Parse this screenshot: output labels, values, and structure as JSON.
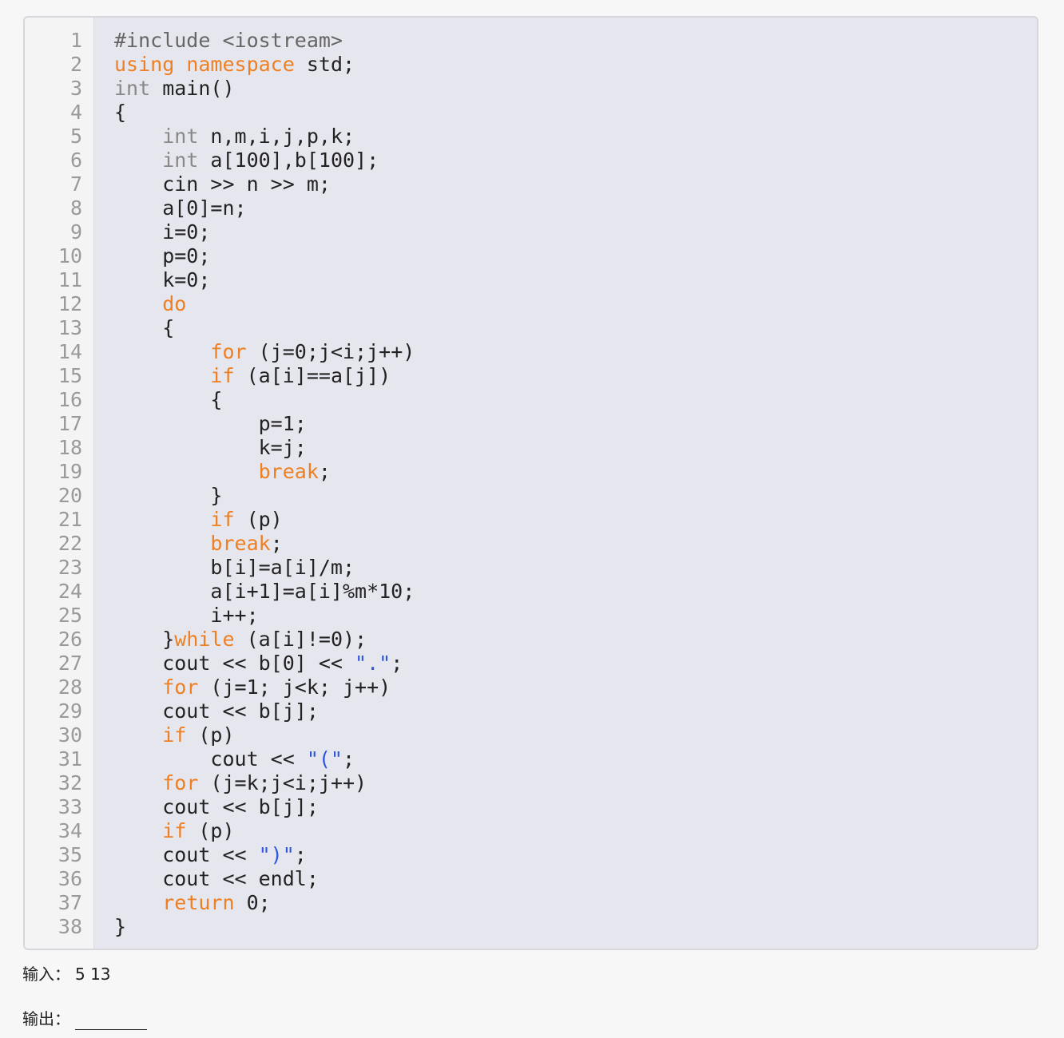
{
  "code": {
    "lines": [
      {
        "n": "1",
        "tokens": [
          {
            "t": "#include <iostream>",
            "c": "pre"
          }
        ]
      },
      {
        "n": "2",
        "tokens": [
          {
            "t": "using",
            "c": "kw"
          },
          {
            "t": " ",
            "c": "plain"
          },
          {
            "t": "namespace",
            "c": "kw"
          },
          {
            "t": " std;",
            "c": "plain"
          }
        ]
      },
      {
        "n": "3",
        "tokens": [
          {
            "t": "int",
            "c": "type"
          },
          {
            "t": " main()",
            "c": "plain"
          }
        ]
      },
      {
        "n": "4",
        "tokens": [
          {
            "t": "{",
            "c": "plain"
          }
        ]
      },
      {
        "n": "5",
        "tokens": [
          {
            "t": "    ",
            "c": "plain"
          },
          {
            "t": "int",
            "c": "type"
          },
          {
            "t": " n,m,i,j,p,k;",
            "c": "plain"
          }
        ]
      },
      {
        "n": "6",
        "tokens": [
          {
            "t": "    ",
            "c": "plain"
          },
          {
            "t": "int",
            "c": "type"
          },
          {
            "t": " a[100],b[100];",
            "c": "plain"
          }
        ]
      },
      {
        "n": "7",
        "tokens": [
          {
            "t": "    cin >> n >> m;",
            "c": "plain"
          }
        ]
      },
      {
        "n": "8",
        "tokens": [
          {
            "t": "    a[0]=n;",
            "c": "plain"
          }
        ]
      },
      {
        "n": "9",
        "tokens": [
          {
            "t": "    i=0;",
            "c": "plain"
          }
        ]
      },
      {
        "n": "10",
        "tokens": [
          {
            "t": "    p=0;",
            "c": "plain"
          }
        ]
      },
      {
        "n": "11",
        "tokens": [
          {
            "t": "    k=0;",
            "c": "plain"
          }
        ]
      },
      {
        "n": "12",
        "tokens": [
          {
            "t": "    ",
            "c": "plain"
          },
          {
            "t": "do",
            "c": "kw"
          }
        ]
      },
      {
        "n": "13",
        "tokens": [
          {
            "t": "    {",
            "c": "plain"
          }
        ]
      },
      {
        "n": "14",
        "tokens": [
          {
            "t": "        ",
            "c": "plain"
          },
          {
            "t": "for",
            "c": "kw"
          },
          {
            "t": " (j=0;j<i;j++)",
            "c": "plain"
          }
        ]
      },
      {
        "n": "15",
        "tokens": [
          {
            "t": "        ",
            "c": "plain"
          },
          {
            "t": "if",
            "c": "kw"
          },
          {
            "t": " (a[i]==a[j])",
            "c": "plain"
          }
        ]
      },
      {
        "n": "16",
        "tokens": [
          {
            "t": "        {",
            "c": "plain"
          }
        ]
      },
      {
        "n": "17",
        "tokens": [
          {
            "t": "            p=1;",
            "c": "plain"
          }
        ]
      },
      {
        "n": "18",
        "tokens": [
          {
            "t": "            k=j;",
            "c": "plain"
          }
        ]
      },
      {
        "n": "19",
        "tokens": [
          {
            "t": "            ",
            "c": "plain"
          },
          {
            "t": "break",
            "c": "kw"
          },
          {
            "t": ";",
            "c": "plain"
          }
        ]
      },
      {
        "n": "20",
        "tokens": [
          {
            "t": "        }",
            "c": "plain"
          }
        ]
      },
      {
        "n": "21",
        "tokens": [
          {
            "t": "        ",
            "c": "plain"
          },
          {
            "t": "if",
            "c": "kw"
          },
          {
            "t": " (p)",
            "c": "plain"
          }
        ]
      },
      {
        "n": "22",
        "tokens": [
          {
            "t": "        ",
            "c": "plain"
          },
          {
            "t": "break",
            "c": "kw"
          },
          {
            "t": ";",
            "c": "plain"
          }
        ]
      },
      {
        "n": "23",
        "tokens": [
          {
            "t": "        b[i]=a[i]/m;",
            "c": "plain"
          }
        ]
      },
      {
        "n": "24",
        "tokens": [
          {
            "t": "        a[i+1]=a[i]%m*10;",
            "c": "plain"
          }
        ]
      },
      {
        "n": "25",
        "tokens": [
          {
            "t": "        i++;",
            "c": "plain"
          }
        ]
      },
      {
        "n": "26",
        "tokens": [
          {
            "t": "    }",
            "c": "plain"
          },
          {
            "t": "while",
            "c": "kw"
          },
          {
            "t": " (a[i]!=0);",
            "c": "plain"
          }
        ]
      },
      {
        "n": "27",
        "tokens": [
          {
            "t": "    cout << b[0] << ",
            "c": "plain"
          },
          {
            "t": "\".\"",
            "c": "str"
          },
          {
            "t": ";",
            "c": "plain"
          }
        ]
      },
      {
        "n": "28",
        "tokens": [
          {
            "t": "    ",
            "c": "plain"
          },
          {
            "t": "for",
            "c": "kw"
          },
          {
            "t": " (j=1; j<k; j++)",
            "c": "plain"
          }
        ]
      },
      {
        "n": "29",
        "tokens": [
          {
            "t": "    cout << b[j];",
            "c": "plain"
          }
        ]
      },
      {
        "n": "30",
        "tokens": [
          {
            "t": "    ",
            "c": "plain"
          },
          {
            "t": "if",
            "c": "kw"
          },
          {
            "t": " (p)",
            "c": "plain"
          }
        ]
      },
      {
        "n": "31",
        "tokens": [
          {
            "t": "        cout << ",
            "c": "plain"
          },
          {
            "t": "\"(\"",
            "c": "str"
          },
          {
            "t": ";",
            "c": "plain"
          }
        ]
      },
      {
        "n": "32",
        "tokens": [
          {
            "t": "    ",
            "c": "plain"
          },
          {
            "t": "for",
            "c": "kw"
          },
          {
            "t": " (j=k;j<i;j++)",
            "c": "plain"
          }
        ]
      },
      {
        "n": "33",
        "tokens": [
          {
            "t": "    cout << b[j];",
            "c": "plain"
          }
        ]
      },
      {
        "n": "34",
        "tokens": [
          {
            "t": "    ",
            "c": "plain"
          },
          {
            "t": "if",
            "c": "kw"
          },
          {
            "t": " (p)",
            "c": "plain"
          }
        ]
      },
      {
        "n": "35",
        "tokens": [
          {
            "t": "    cout << ",
            "c": "plain"
          },
          {
            "t": "\")\"",
            "c": "str"
          },
          {
            "t": ";",
            "c": "plain"
          }
        ]
      },
      {
        "n": "36",
        "tokens": [
          {
            "t": "    cout << endl;",
            "c": "plain"
          }
        ]
      },
      {
        "n": "37",
        "tokens": [
          {
            "t": "    ",
            "c": "plain"
          },
          {
            "t": "return",
            "c": "kw"
          },
          {
            "t": " 0;",
            "c": "plain"
          }
        ]
      },
      {
        "n": "38",
        "tokens": [
          {
            "t": "}",
            "c": "plain"
          }
        ]
      }
    ]
  },
  "input": {
    "label": "输入：",
    "value": "5 13"
  },
  "output": {
    "label": "输出："
  }
}
